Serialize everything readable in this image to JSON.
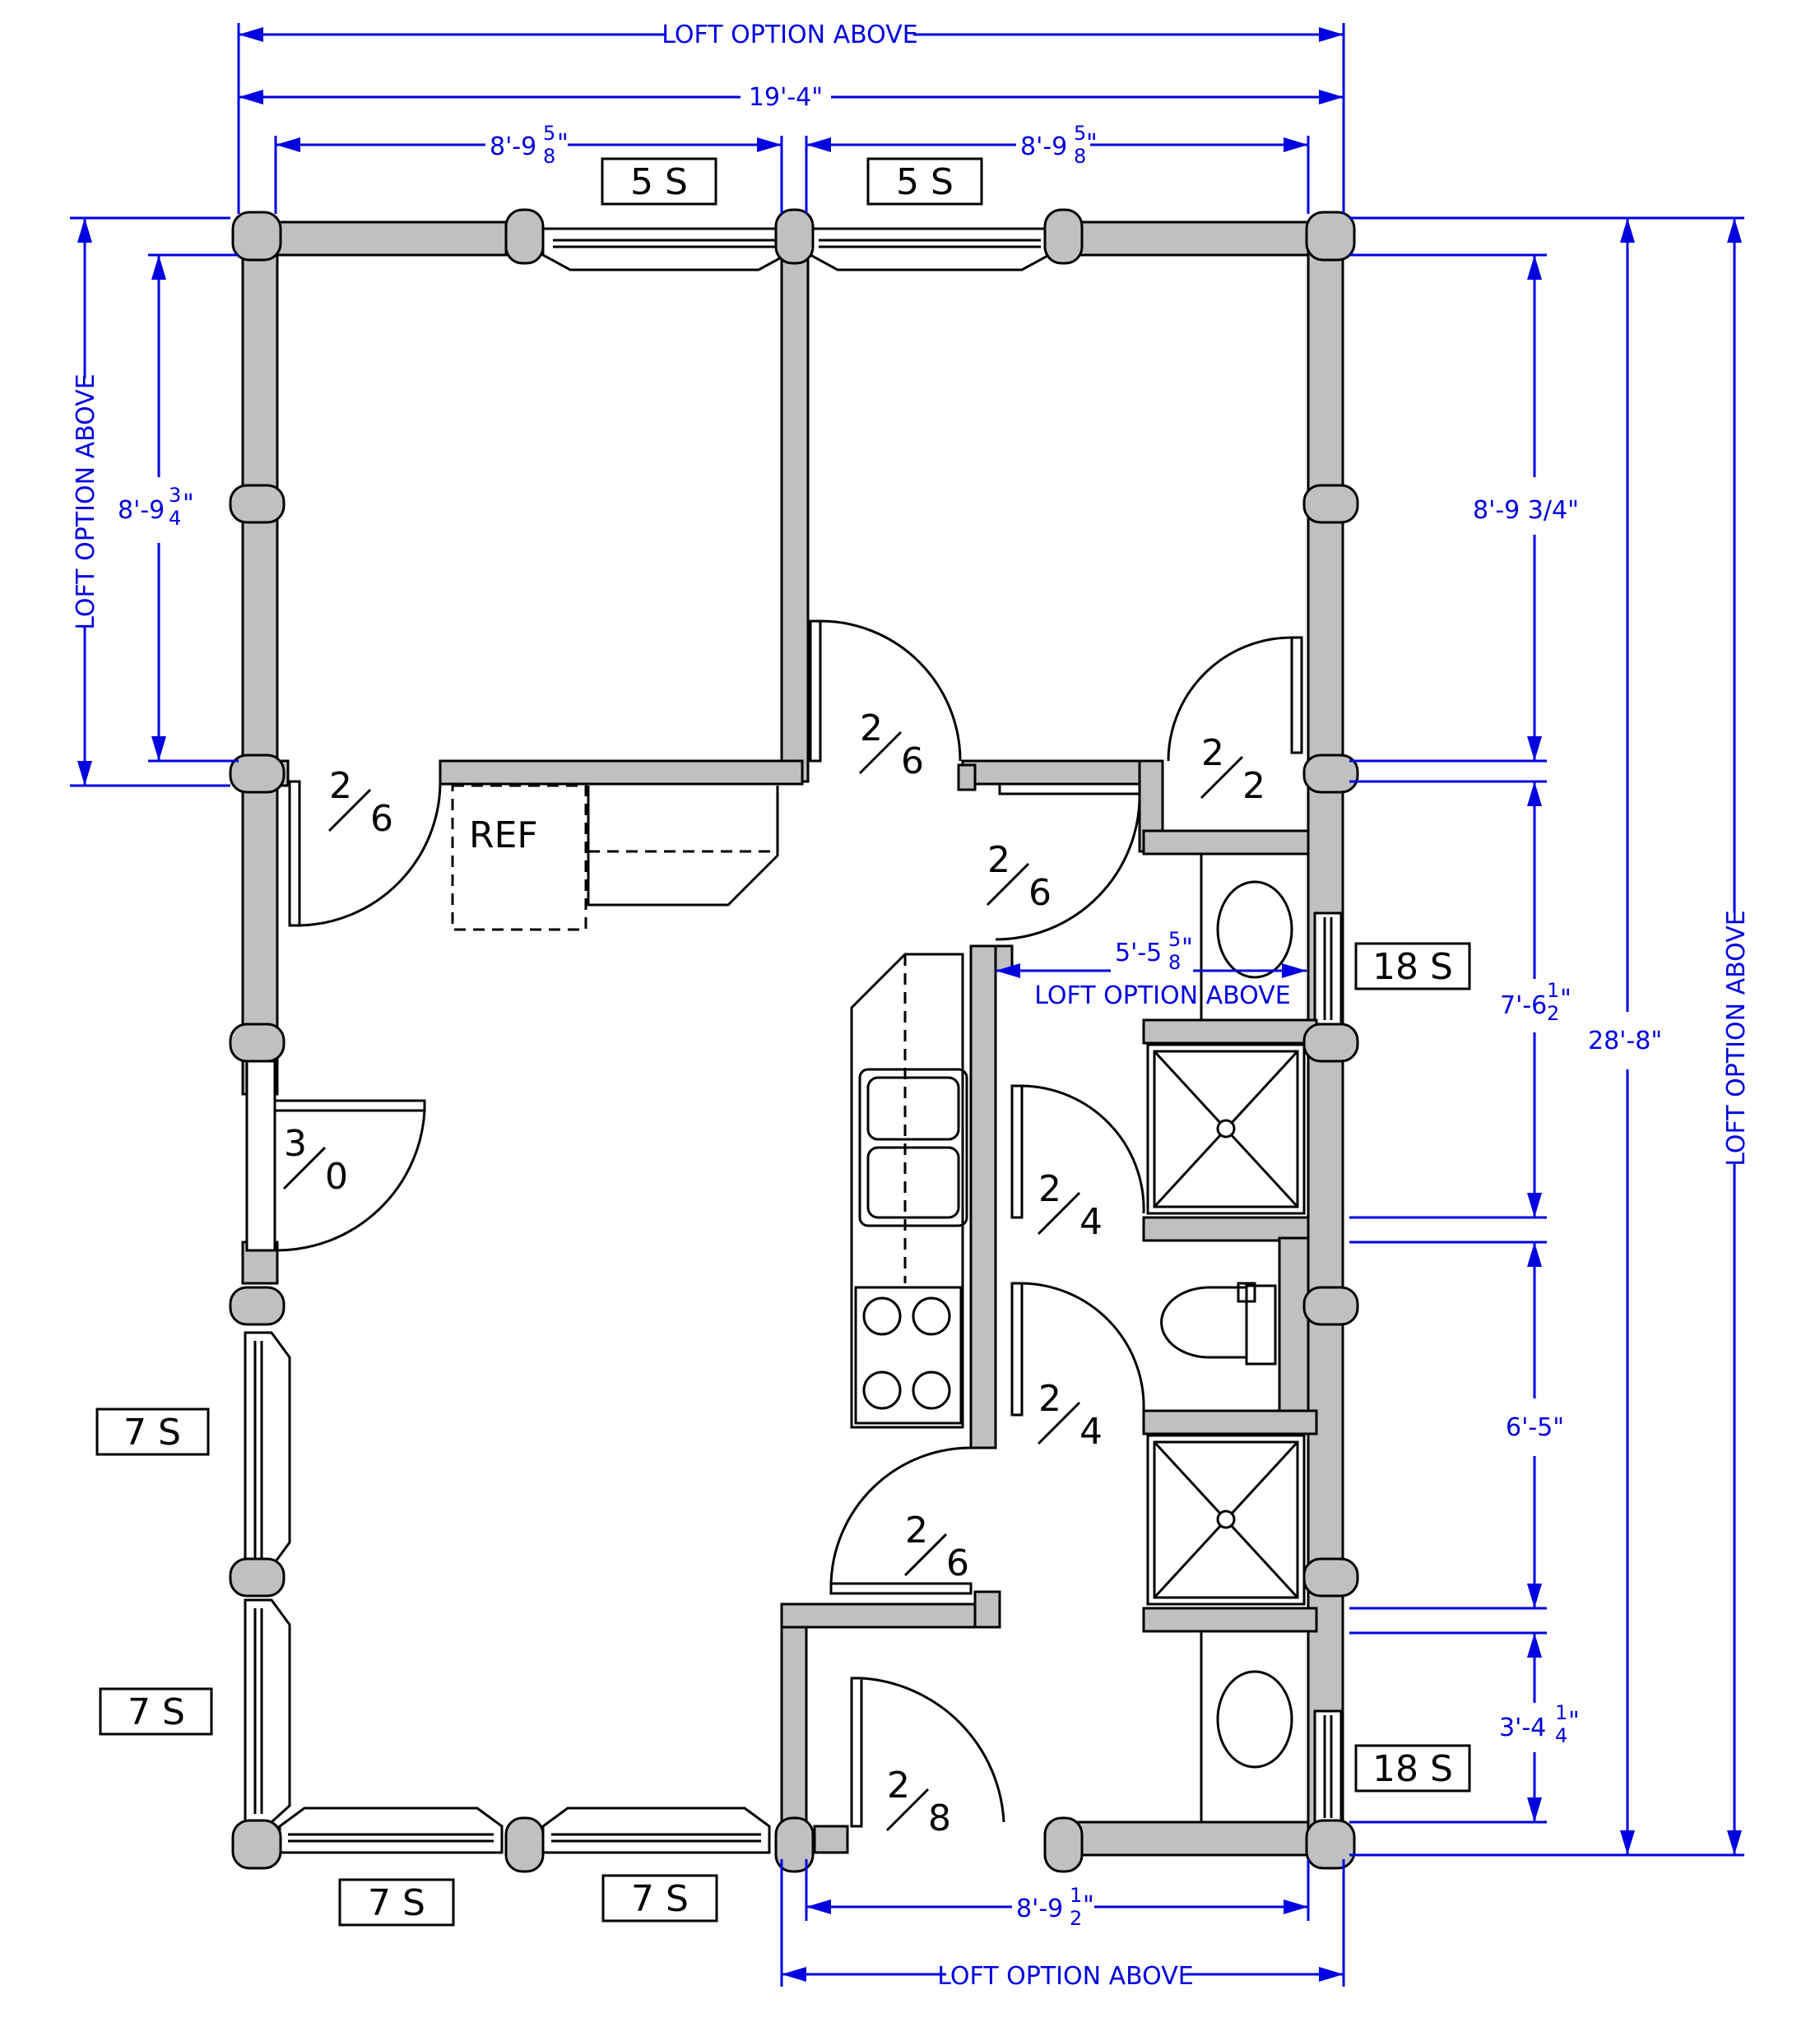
{
  "dimensions": {
    "top_loft": "LOFT OPTION ABOVE",
    "overall_width": "19'-4\"",
    "left_room_width": "8'-9",
    "left_room_width_frac_num": "5",
    "left_room_width_frac_den": "8",
    "right_room_width": "8'-9",
    "right_room_width_frac_num": "5",
    "right_room_width_frac_den": "8",
    "left_loft": "LOFT OPTION ABOVE",
    "left_room_depth": "8'-9",
    "left_room_depth_frac_num": "3",
    "left_room_depth_frac_den": "4",
    "right_room_depth": "8'-9 3/4\"",
    "overall_depth": "28'-8\"",
    "right_loft": "LOFT OPTION ABOVE",
    "bath1_depth": "7'-6",
    "bath1_depth_frac_num": "1",
    "bath1_depth_frac_den": "2",
    "hall_width": "5'-5",
    "hall_width_frac_num": "5",
    "hall_width_frac_den": "8",
    "hall_loft": "LOFT OPTION ABOVE",
    "bath2_depth": "6'-5\"",
    "closet_depth": "3'-4",
    "closet_depth_frac_num": "1",
    "closet_depth_frac_den": "4",
    "bottom_width": "8'-9",
    "bottom_width_frac_num": "1",
    "bottom_width_frac_den": "2",
    "bottom_loft": "LOFT OPTION ABOVE"
  },
  "windows": {
    "top_left": "5 S",
    "top_right": "5 S",
    "right_upper": "18 S",
    "right_lower": "18 S",
    "left_upper": "7 S",
    "left_lower": "7 S",
    "bottom_left": "7 S",
    "bottom_right": "7 S"
  },
  "doors": [
    {
      "top": "2",
      "bottom": "6"
    },
    {
      "top": "2",
      "bottom": "6"
    },
    {
      "top": "2",
      "bottom": "2"
    },
    {
      "top": "2",
      "bottom": "6"
    },
    {
      "top": "3",
      "bottom": "0"
    },
    {
      "top": "2",
      "bottom": "4"
    },
    {
      "top": "2",
      "bottom": "4"
    },
    {
      "top": "2",
      "bottom": "6"
    },
    {
      "top": "2",
      "bottom": "8"
    }
  ],
  "fixtures": {
    "refrigerator": "REF"
  }
}
